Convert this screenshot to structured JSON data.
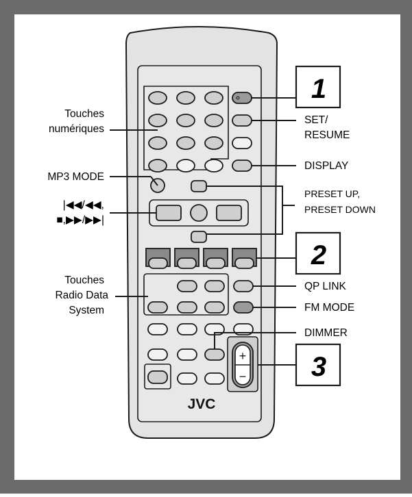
{
  "brand": "JVC",
  "step_badges": [
    "1",
    "2",
    "3"
  ],
  "labels": {
    "touches_numeriques": [
      "Touches",
      "numériques"
    ],
    "mp3_mode": "MP3 MODE",
    "skip_keys_line1": "|◀◀/◀◀,",
    "skip_keys_line2": "■,▶▶/▶▶|",
    "touches_rds": [
      "Touches",
      "Radio Data",
      "System"
    ],
    "set_resume": [
      "SET/",
      "RESUME"
    ],
    "display": "DISPLAY",
    "preset": [
      "PRESET UP,",
      "PRESET DOWN"
    ],
    "qp_link": "QP LINK",
    "fm_mode": "FM MODE",
    "dimmer": "DIMMER"
  },
  "volume_symbols": {
    "plus": "+",
    "minus": "−"
  },
  "colors": {
    "frame": "#6b6b6b",
    "remote_body": "#e3e3e3",
    "button_fill": "#cfcfcf",
    "highlight_fill": "#8a8a8a",
    "line": "#1a1a1a"
  }
}
